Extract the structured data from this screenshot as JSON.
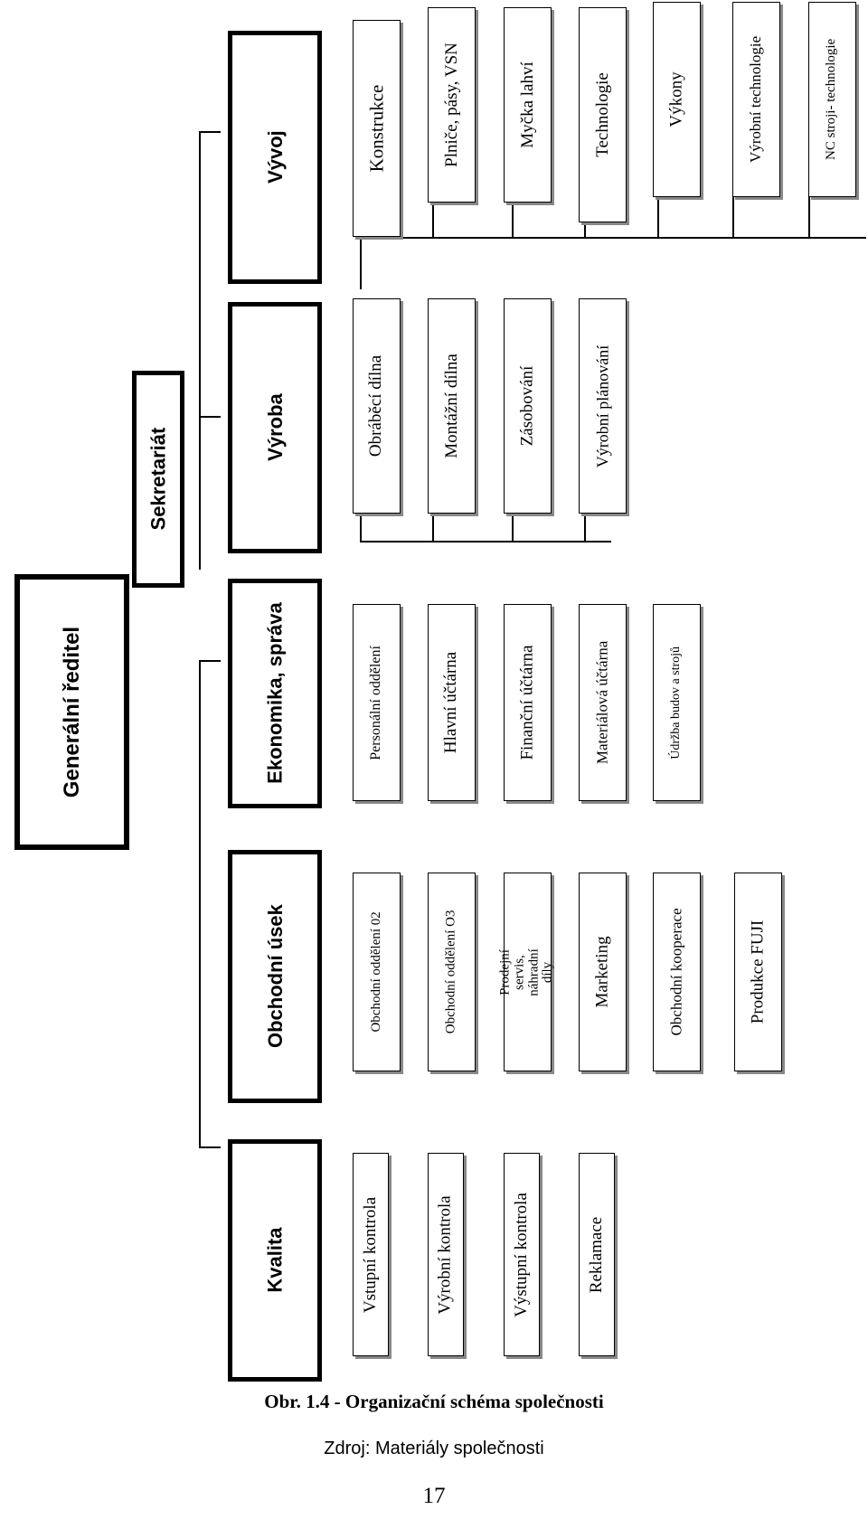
{
  "diagram": {
    "root": "Generální ředitel",
    "staff": "Sekretariát",
    "divisions": [
      {
        "name": "Kvalita",
        "units": [
          "Vstupní kontrola",
          "Výrobní kontrola",
          "Výstupní kontrola",
          "Reklamace"
        ]
      },
      {
        "name": "Obchodní úsek",
        "units": [
          "Obchodní oddělení 02",
          "Obchodní oddělení O3",
          "Prodejní servis,\nnáhradní díly",
          "Marketing",
          "Obchodní kooperace",
          "Produkce FUJI"
        ]
      },
      {
        "name": "Ekonomika, správa",
        "units": [
          "Personální oddělení",
          "Hlavní účtárna",
          "Finanční účtárna",
          "Materiálová účtárna",
          "Údržba budov a strojů"
        ]
      },
      {
        "name": "Výroba",
        "units": [
          "Obráběcí dílna",
          "Montážní dílna",
          "Zásobování",
          "Výrobní plánování"
        ]
      },
      {
        "name": "Vývoj",
        "units": [
          "Konstrukce",
          "Plniče, pásy, VSN",
          "Myčka lahví",
          "Technologie",
          "Výkony",
          "Výrobní technologie",
          "NC stroji- technologie"
        ]
      }
    ]
  },
  "caption": {
    "title": "Obr. 1.4 - Organizační schéma společnosti",
    "source": "Zdroj: Materiály společnosti"
  },
  "page_number": "17"
}
